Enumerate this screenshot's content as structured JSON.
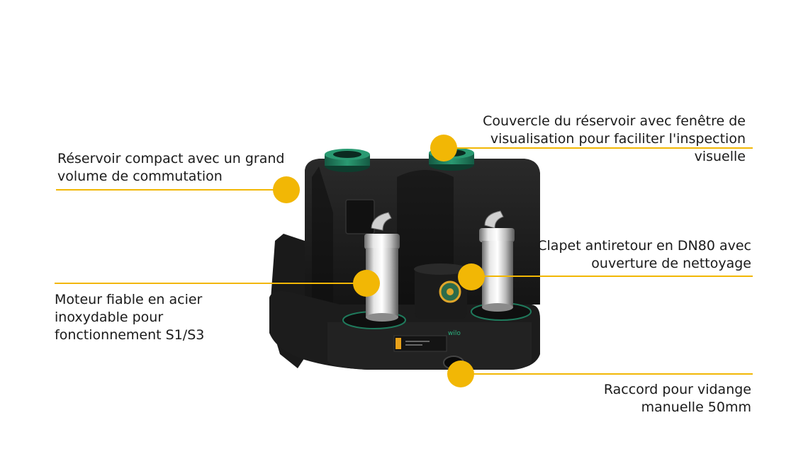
{
  "callouts": {
    "reservoir": {
      "lines": [
        "Réservoir compact avec un grand",
        "volume de commutation"
      ]
    },
    "couvercle": {
      "lines": [
        "Couvercle du réservoir avec fenêtre de",
        "visualisation pour faciliter l'inspection",
        "visuelle"
      ]
    },
    "clapet": {
      "lines": [
        "Clapet antiretour en DN80 avec",
        "ouverture de nettoyage"
      ]
    },
    "moteur": {
      "lines": [
        "Moteur fiable en acier",
        "inoxydable pour",
        "fonctionnement S1/S3"
      ]
    },
    "raccord": {
      "lines": [
        "Raccord pour vidange",
        "manuelle 50mm"
      ]
    }
  },
  "product": {
    "brand": "wilo"
  },
  "colors": {
    "accent": "#f2b705",
    "body": "#1e1e1e",
    "green": "#1f7a5c",
    "steel": "#c8c8c8"
  }
}
